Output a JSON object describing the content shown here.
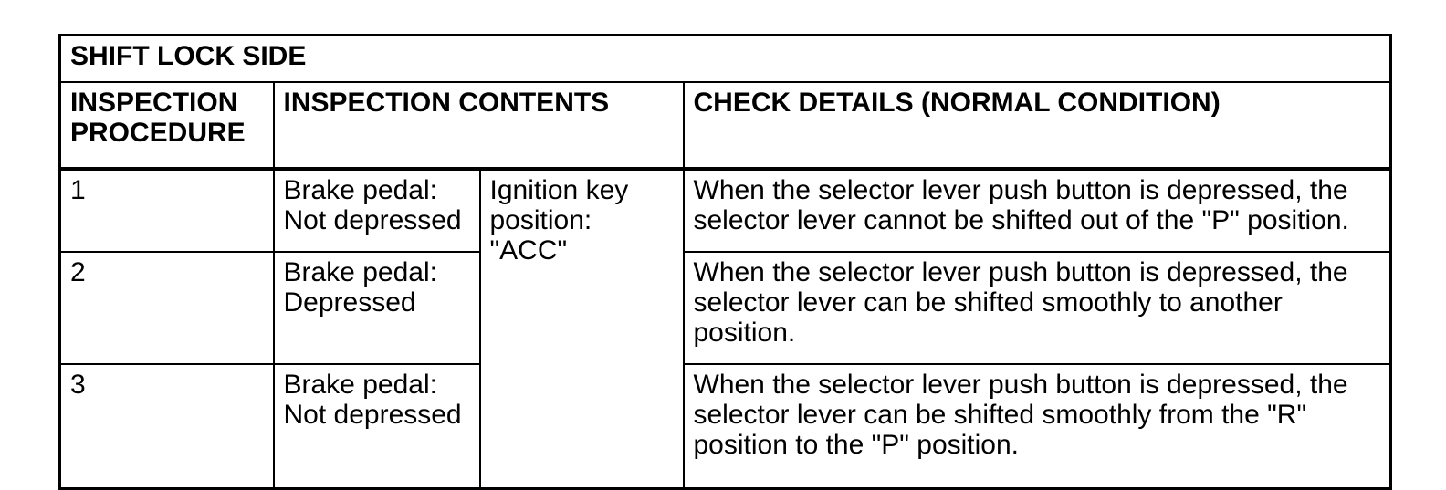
{
  "table": {
    "title": "SHIFT LOCK SIDE",
    "column_headers": {
      "procedure": "INSPECTION\nPROCEDURE",
      "contents": "INSPECTION CONTENTS",
      "check_details": "CHECK DETAILS (NORMAL CONDITION)"
    },
    "shared_condition": "Ignition key\nposition: \"ACC\"",
    "rows": [
      {
        "procedure": "1",
        "content": "Brake pedal:\nNot depressed",
        "check": "When the selector lever push button is depressed, the\nselector lever cannot be shifted out of the \"P\" position."
      },
      {
        "procedure": "2",
        "content": "Brake pedal:\nDepressed",
        "check": "When the selector lever push button is depressed, the\nselector lever can be shifted smoothly to another\nposition."
      },
      {
        "procedure": "3",
        "content": "Brake pedal:\nNot depressed",
        "check": "When the selector lever push button is depressed, the\nselector lever can be shifted smoothly from the \"R\"\nposition to the \"P\" position."
      }
    ],
    "colors": {
      "border": "#000000",
      "text": "#000000",
      "background": "#ffffff"
    }
  }
}
